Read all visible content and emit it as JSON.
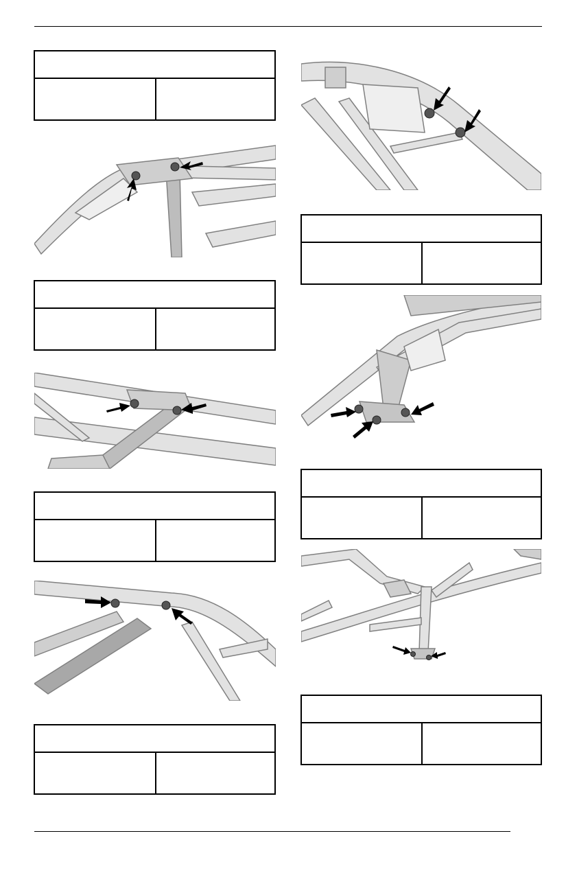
{
  "header": {
    "text": ""
  },
  "footer": {
    "page_number": ""
  },
  "spec_tables": [
    {
      "title": "",
      "left": "",
      "right": ""
    },
    {
      "title": "",
      "left": "",
      "right": ""
    },
    {
      "title": "",
      "left": "",
      "right": ""
    },
    {
      "title": "",
      "left": "",
      "right": ""
    },
    {
      "title": "",
      "left": "",
      "right": ""
    },
    {
      "title": "",
      "left": "",
      "right": ""
    },
    {
      "title": "",
      "left": "",
      "right": ""
    }
  ],
  "figures": [
    {
      "icon": "cage-upper-front-fasteners-illustration",
      "arrows": 2
    },
    {
      "icon": "cage-upper-rear-fasteners-illustration",
      "arrows": 2
    },
    {
      "icon": "cage-center-crossmember-fasteners-illustration",
      "arrows": 2
    },
    {
      "icon": "cage-side-bar-fasteners-illustration",
      "arrows": 2
    },
    {
      "icon": "cage-lower-mount-fasteners-illustration",
      "arrows": 3
    },
    {
      "icon": "cage-rear-support-fasteners-illustration",
      "arrows": 2
    }
  ],
  "colors": {
    "line": "#000000",
    "tube_fill": "#d9d9d9",
    "tube_stroke": "#7a7a7a"
  }
}
